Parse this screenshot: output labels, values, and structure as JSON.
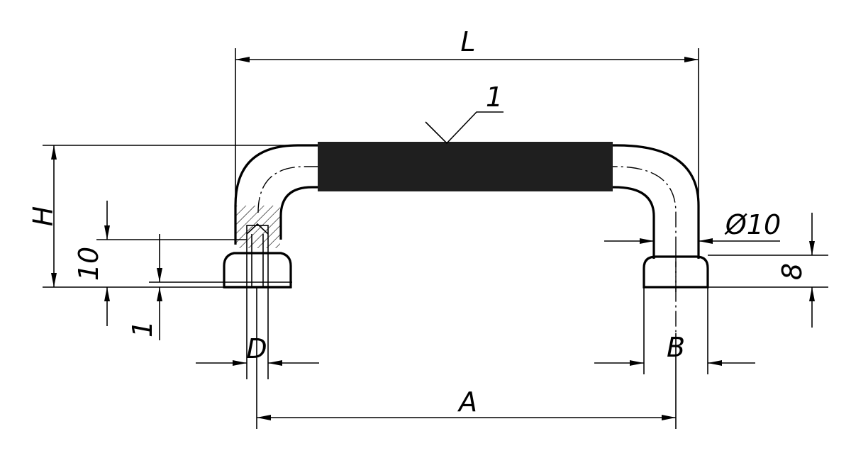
{
  "labels": {
    "L": "L",
    "item_1": "1",
    "H": "H",
    "ten": "10",
    "one": "1",
    "D": "D",
    "A": "A",
    "B": "B",
    "dia": "Ø10",
    "eight": "8"
  },
  "colors": {
    "line": "#000000",
    "grip": "#1f1f1f",
    "background": "#ffffff"
  }
}
